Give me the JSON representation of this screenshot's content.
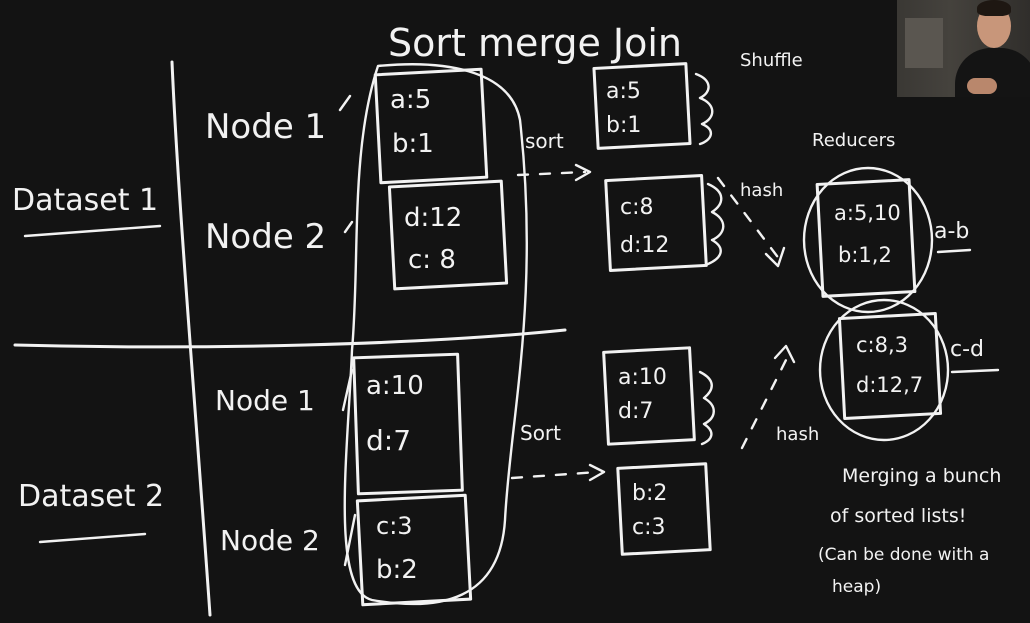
{
  "title": "Sort merge Join",
  "labels": {
    "shuffle": "Shuffle",
    "reducers": "Reducers",
    "sort": "sort",
    "sort2": "Sort",
    "hash": "hash"
  },
  "datasets": [
    {
      "name": "Dataset 1",
      "nodes": [
        {
          "name": "Node 1",
          "entries": [
            "a:5",
            "b:1"
          ],
          "sorted": [
            "a:5",
            "b:1"
          ]
        },
        {
          "name": "Node 2",
          "entries": [
            "d:12",
            "c: 8"
          ],
          "sorted": [
            "c:8",
            "d:12"
          ]
        }
      ]
    },
    {
      "name": "Dataset 2",
      "nodes": [
        {
          "name": "Node 1",
          "entries": [
            "a:10",
            "d:7"
          ],
          "sorted": [
            "a:10",
            "d:7"
          ]
        },
        {
          "name": "Node 2",
          "entries": [
            "c:3",
            "b:2"
          ],
          "sorted": [
            "b:2",
            "c:3"
          ]
        }
      ]
    }
  ],
  "reducers": [
    {
      "range": "a-b",
      "entries": [
        "a:5,10",
        "b:1,2"
      ]
    },
    {
      "range": "c-d",
      "entries": [
        "c:8,3",
        "d:12,7"
      ]
    }
  ],
  "note": [
    "Merging a bunch",
    "of sorted lists!",
    "(Can be done with a",
    "heap)"
  ]
}
